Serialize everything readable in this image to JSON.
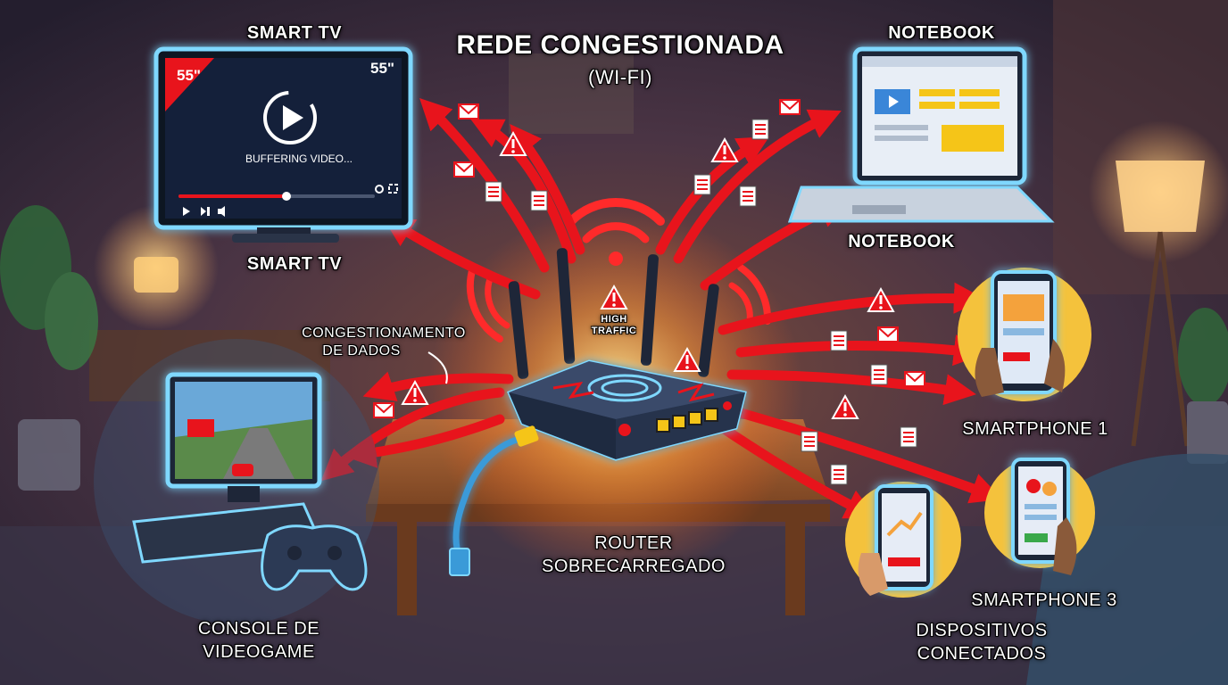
{
  "title": "REDE CONGESTIONADA",
  "subtitle": "(WI-FI)",
  "labels": {
    "smart_tv_top": "SMART TV",
    "smart_tv_bottom": "SMART TV",
    "notebook_top": "NOTEBOOK",
    "notebook_bottom": "NOTEBOOK",
    "congestion_line1": "CONGESTIONAMENTO",
    "congestion_line2": "DE DADOS",
    "high_traffic_line1": "HIGH",
    "high_traffic_line2": "TRAFFIC",
    "router_line1": "ROUTER",
    "router_line2": "SOBRECARREGADO",
    "console_line1": "CONSOLE DE",
    "console_line2": "VIDEOGAME",
    "smartphone1": "SMARTPHONE 1",
    "smartphone3": "SMARTPHONE 3",
    "devices_line1": "DISPOSITIVOS",
    "devices_line2": "CONECTADOS"
  },
  "tv": {
    "badge_left": "55\"",
    "badge_right": "55\"",
    "buffering": "BUFFERING VIDEO...",
    "playback_progress": 0.55
  },
  "colors": {
    "alert_red": "#e8141c",
    "wifi_red": "#ff2a2a",
    "glow_blue": "#7fd8ff",
    "router_body": "#2c3a55",
    "port_yellow": "#f5c518",
    "phone_circle": "#f4c23c"
  },
  "icons": [
    "play-icon",
    "warning-icon",
    "envelope-icon",
    "document-icon",
    "wifi-icon",
    "gamepad-icon",
    "ethernet-cable-icon"
  ]
}
